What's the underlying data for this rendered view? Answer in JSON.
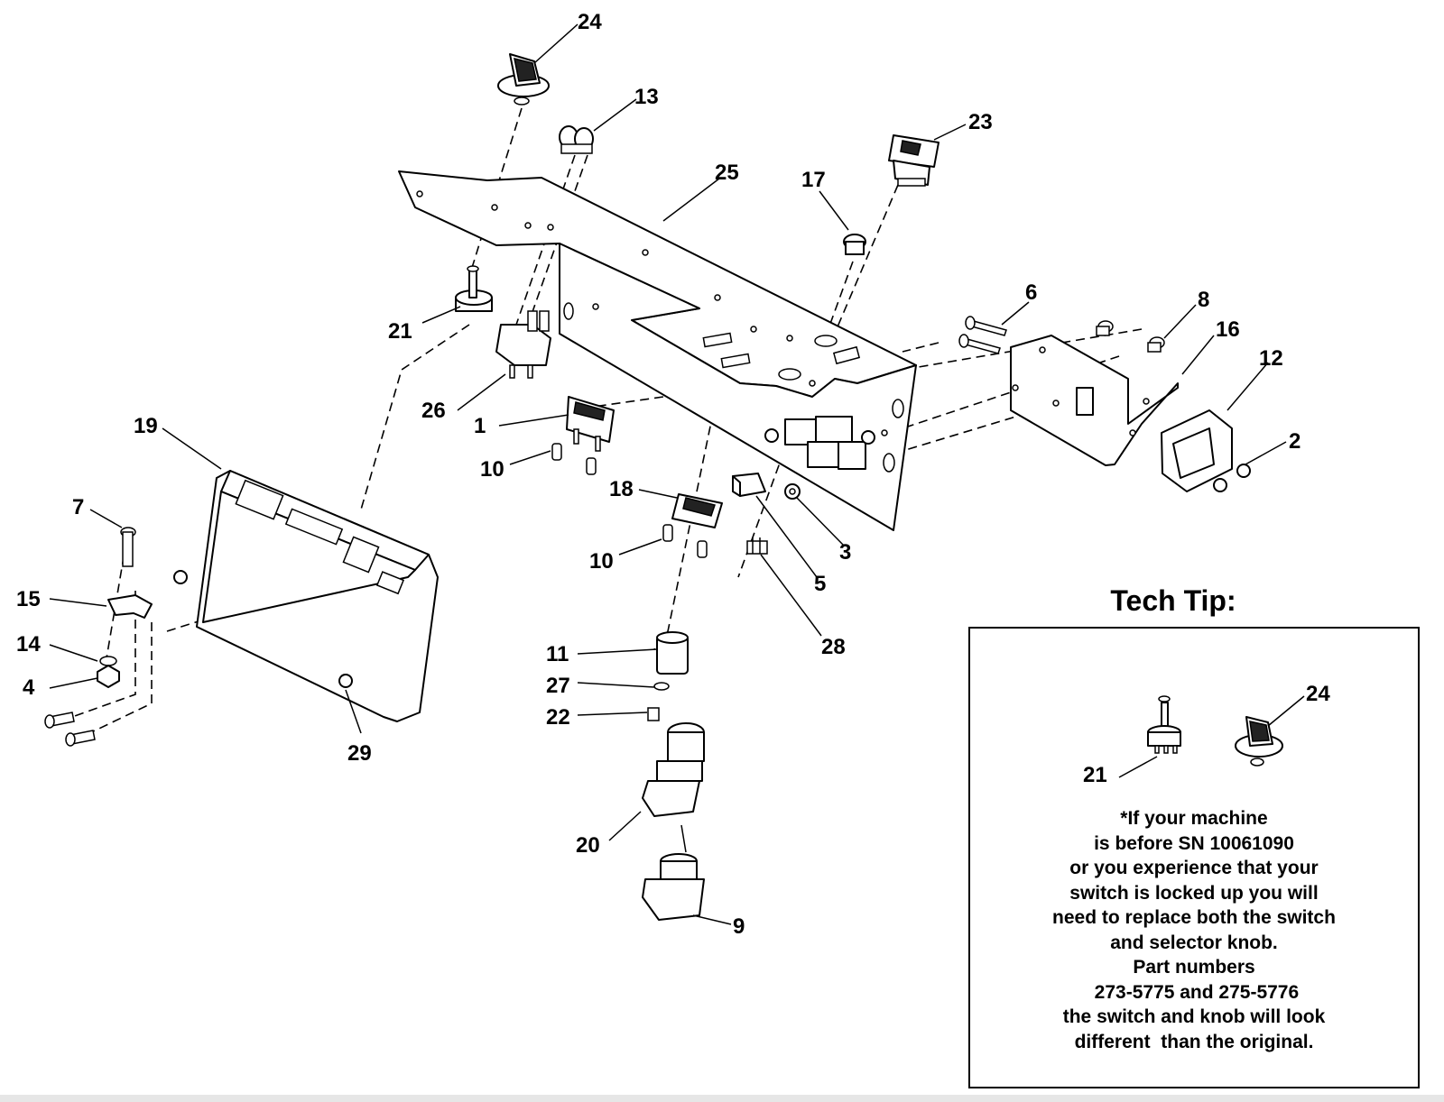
{
  "callouts": [
    {
      "id": "c24",
      "label": "24"
    },
    {
      "id": "c13",
      "label": "13"
    },
    {
      "id": "c23",
      "label": "23"
    },
    {
      "id": "c25",
      "label": "25"
    },
    {
      "id": "c17",
      "label": "17"
    },
    {
      "id": "c6",
      "label": "6"
    },
    {
      "id": "c8",
      "label": "8"
    },
    {
      "id": "c16",
      "label": "16"
    },
    {
      "id": "c12",
      "label": "12"
    },
    {
      "id": "c2",
      "label": "2"
    },
    {
      "id": "c21",
      "label": "21"
    },
    {
      "id": "c26",
      "label": "26"
    },
    {
      "id": "c1",
      "label": "1"
    },
    {
      "id": "c10a",
      "label": "10"
    },
    {
      "id": "c19",
      "label": "19"
    },
    {
      "id": "c7",
      "label": "7"
    },
    {
      "id": "c15",
      "label": "15"
    },
    {
      "id": "c14",
      "label": "14"
    },
    {
      "id": "c4",
      "label": "4"
    },
    {
      "id": "c29",
      "label": "29"
    },
    {
      "id": "c18",
      "label": "18"
    },
    {
      "id": "c10b",
      "label": "10"
    },
    {
      "id": "c3",
      "label": "3"
    },
    {
      "id": "c5",
      "label": "5"
    },
    {
      "id": "c28",
      "label": "28"
    },
    {
      "id": "c11",
      "label": "11"
    },
    {
      "id": "c27",
      "label": "27"
    },
    {
      "id": "c22",
      "label": "22"
    },
    {
      "id": "c20",
      "label": "20"
    },
    {
      "id": "c9",
      "label": "9"
    }
  ],
  "tech_tip": {
    "title": "Tech Tip:",
    "callouts": [
      {
        "id": "t21",
        "label": "21"
      },
      {
        "id": "t24",
        "label": "24"
      }
    ],
    "lines": [
      "*If your machine",
      "is before SN 10061090",
      "or you experience that your",
      "switch is locked up you will",
      "need to replace both the switch",
      "and selector knob.",
      "Part numbers",
      " 273-5775 and 275-5776",
      "the switch and knob will look",
      "different  than the original."
    ]
  }
}
